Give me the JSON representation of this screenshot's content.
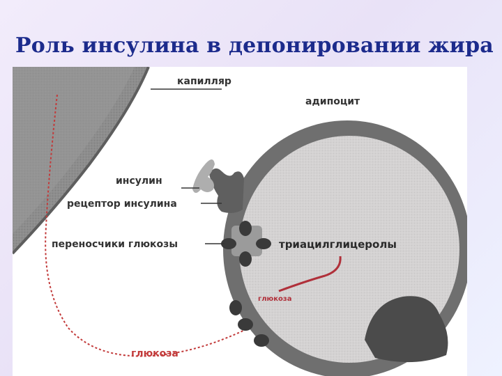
{
  "slide": {
    "title": "Роль инсулина в депонировании жира"
  },
  "diagram": {
    "labels": {
      "capillary": "капилляр",
      "adipocyte": "адипоцит",
      "insulin": "инсулин",
      "insulin_receptor": "рецептор инсулина",
      "glucose_transporters": "переносчики глюкозы",
      "triacylglycerols": "триацилглицеролы",
      "glucose_inside": "глюкоза",
      "glucose_outside": "глюкоза"
    },
    "colors": {
      "title": "#1c2b8c",
      "capillary": "#8e8e8e",
      "membrane": "#6f6f6f",
      "cytoplasm": "#d3d1d1",
      "nucleus": "#4b4b4b",
      "transporter": "#3a3a3a",
      "glucose_path": "#c23a3a"
    }
  }
}
